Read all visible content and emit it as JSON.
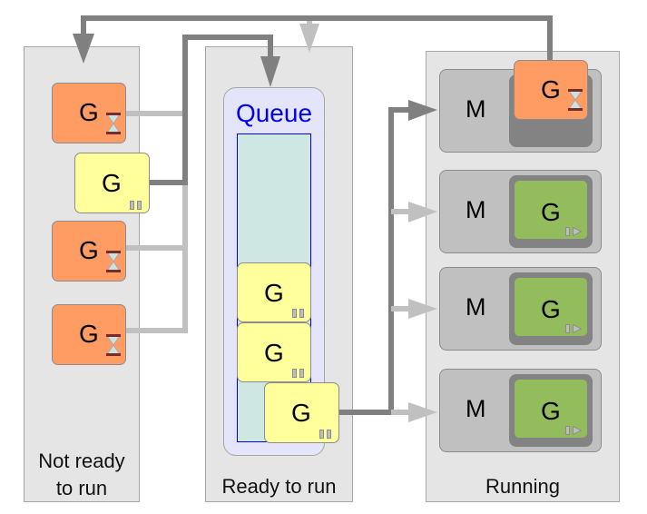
{
  "columns": [
    {
      "id": "not-ready",
      "label_line1": "Not ready",
      "label_line2": "to run"
    },
    {
      "id": "ready",
      "label": "Ready to run"
    },
    {
      "id": "running",
      "label": "Running"
    }
  ],
  "queue": {
    "title": "Queue"
  },
  "goroutine_letter": "G",
  "machine_letter": "M",
  "not_ready_goroutines": [
    {
      "state": "waiting",
      "icon": "hourglass"
    },
    {
      "state": "runnable",
      "icon": "pause"
    },
    {
      "state": "waiting",
      "icon": "hourglass"
    },
    {
      "state": "waiting",
      "icon": "hourglass"
    }
  ],
  "queue_goroutines": [
    {
      "state": "runnable",
      "icon": "pause"
    },
    {
      "state": "runnable",
      "icon": "pause"
    },
    {
      "state": "runnable",
      "icon": "pause",
      "dequeuing": true
    }
  ],
  "machines": [
    {
      "goroutine_state": "waiting",
      "icon": "hourglass"
    },
    {
      "goroutine_state": "running",
      "icon": "play"
    },
    {
      "goroutine_state": "running",
      "icon": "play"
    },
    {
      "goroutine_state": "running",
      "icon": "play"
    }
  ],
  "colors": {
    "waiting": "#ff9c63",
    "runnable": "#ffff9b",
    "running": "#93bd5c",
    "queue_text": "#0000ee",
    "arrow_dark": "#808080",
    "arrow_light": "#c0c0c0"
  }
}
